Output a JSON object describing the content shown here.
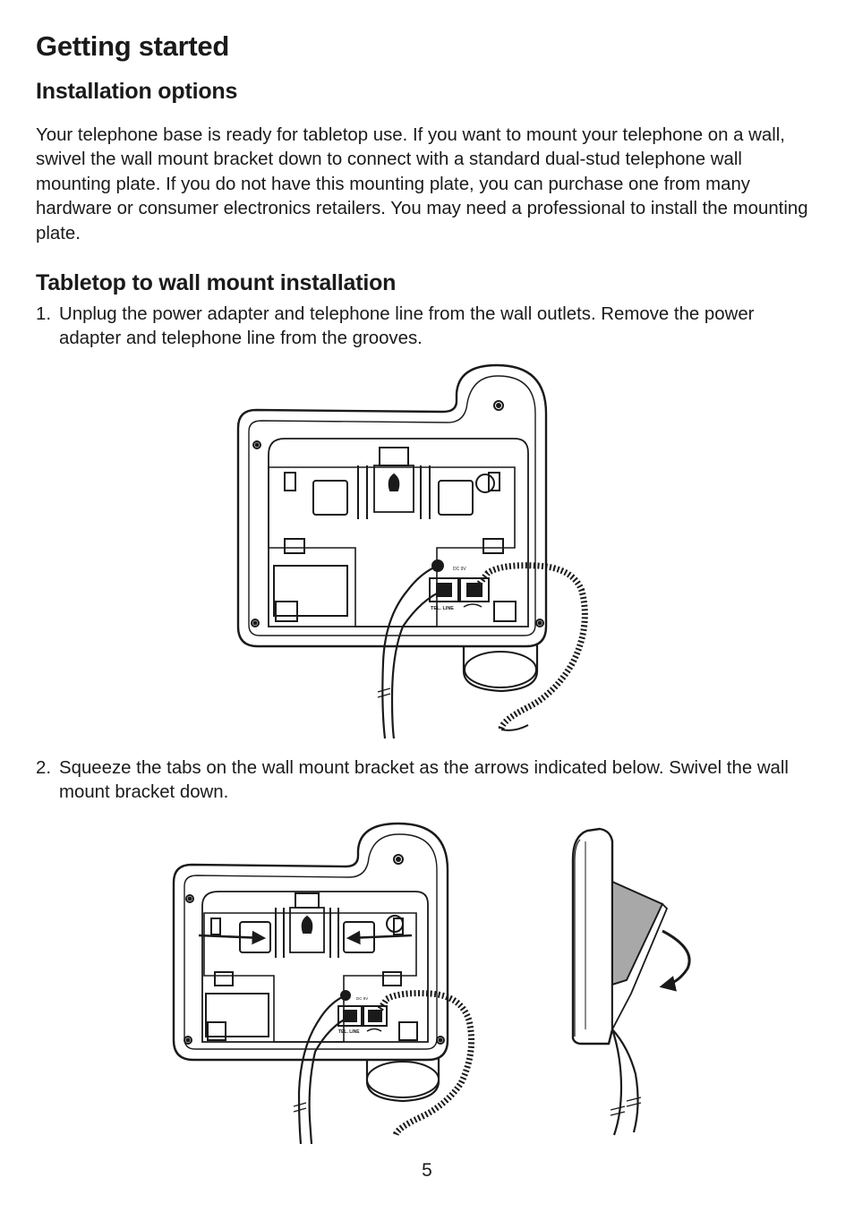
{
  "heading": "Getting started",
  "sections": {
    "installation_options": {
      "title": "Installation options",
      "body": "Your telephone base is ready for tabletop use. If you want to mount your telephone on a wall, swivel the wall mount bracket down to connect with a standard dual-stud telephone wall mounting plate. If you do not have this mounting plate, you can purchase one from many hardware or consumer electronics retailers. You may need a professional to install the mounting plate."
    },
    "tabletop_to_wall": {
      "title": "Tabletop to wall mount installation",
      "steps": [
        {
          "number": "1.",
          "text": "Unplug the power adapter and telephone line from the wall outlets. Remove the power adapter and telephone line from the grooves."
        },
        {
          "number": "2.",
          "text": "Squeeze the tabs on the wall mount bracket as the arrows indicated below. Swivel the wall mount bracket down."
        }
      ]
    }
  },
  "figure_labels": {
    "tel_line": "TEL. LINE",
    "dc": "DC 9V"
  },
  "page_number": "5"
}
